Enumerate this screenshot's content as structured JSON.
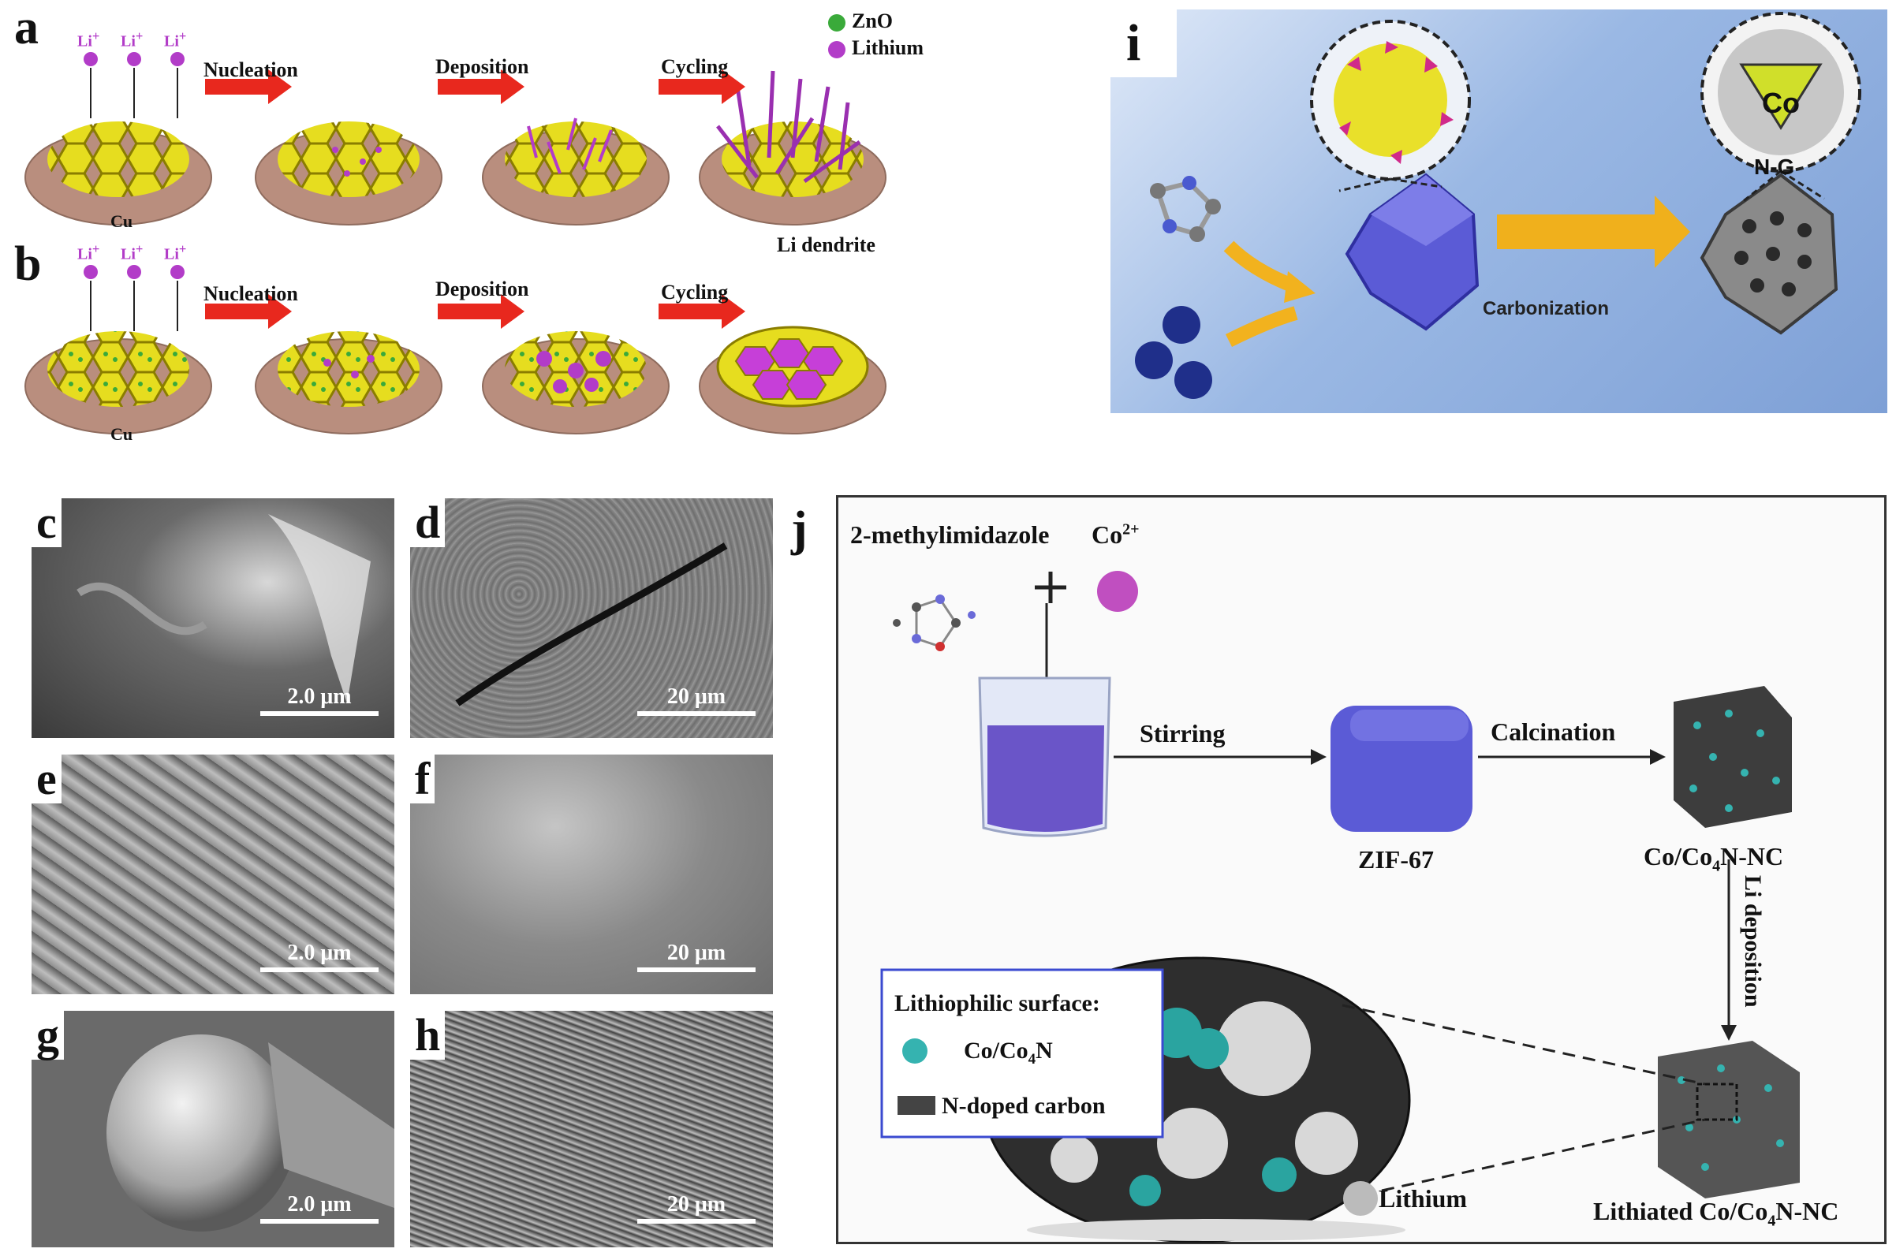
{
  "panel_letters": {
    "a": "a",
    "b": "b",
    "c": "c",
    "d": "d",
    "e": "e",
    "f": "f",
    "g": "g",
    "h": "h",
    "i": "i",
    "j": "j"
  },
  "panel_ab": {
    "ion": "Li",
    "ion_sup": "+",
    "steps": [
      "Nucleation",
      "Deposition",
      "Cycling"
    ],
    "substrate": "Cu",
    "legend_zno": "ZnO",
    "legend_lithium": "Lithium",
    "dendrite": "Li dendrite"
  },
  "panel_i": {
    "core_label": "Co",
    "shell_label": "N-G",
    "process": "Carbonization"
  },
  "sem_panels": [
    {
      "letter": "c",
      "scale": "2.0 μm"
    },
    {
      "letter": "d",
      "scale": "20 μm"
    },
    {
      "letter": "e",
      "scale": "2.0 μm"
    },
    {
      "letter": "f",
      "scale": "20 μm"
    },
    {
      "letter": "g",
      "scale": "2.0 μm"
    },
    {
      "letter": "h",
      "scale": "20 μm"
    }
  ],
  "panel_j": {
    "reagent1": "2-methylimidazole",
    "reagent2": "Co",
    "reagent2_sup": "2+",
    "plus": "+",
    "step1": "Stirring",
    "intermediate": "ZIF-67",
    "step2": "Calcination",
    "product_main": "Co/Co",
    "product_sub": "4",
    "product_tail": "N-NC",
    "step3": "Li deposition",
    "legend_title": "Lithiophilic surface:",
    "legend_item1_main": "Co/Co",
    "legend_item1_sub": "4",
    "legend_item1_tail": "N",
    "legend_item2": "N-doped carbon",
    "lithium_label": "Lithium",
    "final_prefix": "Lithiated Co/Co",
    "final_sub": "4",
    "final_tail": "N-NC"
  },
  "colors": {
    "arrow_red": "#e8281e",
    "hex_yellow": "#e6dd1f",
    "disc_brown": "#b98e7e",
    "lithium_purple": "#b23cc8",
    "zno_green": "#3aaa3a",
    "zif_blue": "#5b5bd6",
    "cyan_dot": "#35b3b0",
    "panel_i_bg": "#8fb0de"
  }
}
